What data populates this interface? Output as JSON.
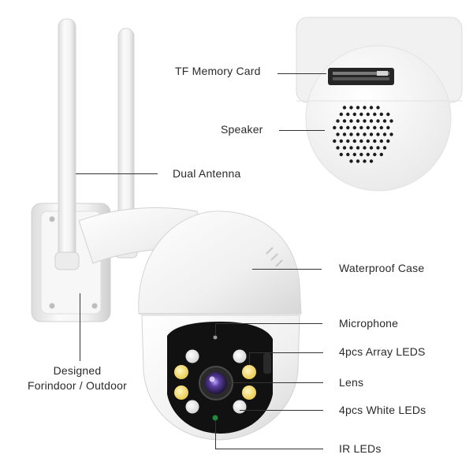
{
  "labels": {
    "tf_card": "TF Memory Card",
    "speaker": "Speaker",
    "antenna": "Dual Antenna",
    "waterproof": "Waterproof Case",
    "microphone": "Microphone",
    "array_leds": "4pcs Array LEDS",
    "lens": "Lens",
    "white_leds": "4pcs White LEDs",
    "ir_leds": "IR LEDs",
    "designed_line1": "Designed",
    "designed_line2": "Forindoor / Outdoor"
  },
  "colors": {
    "body": "#f4f4f4",
    "line": "#333333",
    "warm_led": "#f2d35a",
    "lens": "#5a3fa0",
    "ir_dot": "#1f8a3a"
  }
}
